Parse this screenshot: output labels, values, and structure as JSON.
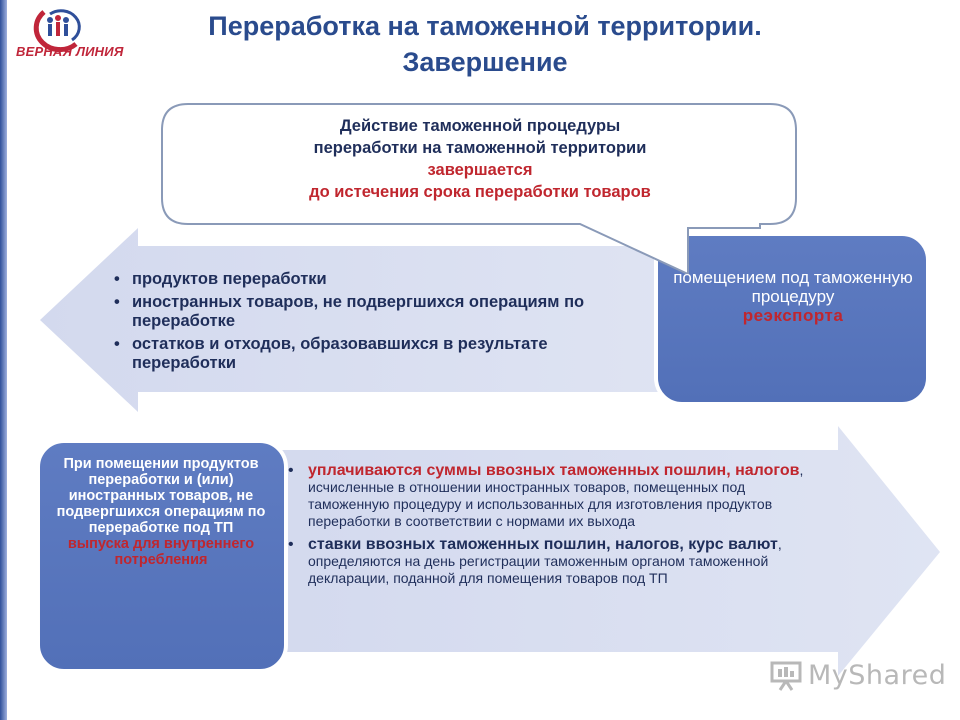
{
  "header": {
    "logo_text": "ВЕРНАЯ ЛИНИЯ",
    "title_line1": "Переработка на таможенной территории.",
    "title_line2": "Завершение"
  },
  "callout": {
    "line1": "Действие таможенной процедуры",
    "line2": "переработки на таможенной территории",
    "line3": "завершается",
    "line4": "до истечения срока переработки товаров"
  },
  "upper_arrow": {
    "items": [
      "продуктов переработки",
      "иностранных товаров, не подвергшихся операциям по переработке",
      "остатков и отходов, образовавшихся в результате переработки"
    ]
  },
  "right_box": {
    "text": "помещением под таможенную процедуру",
    "accent": "реэкспорта"
  },
  "left_box": {
    "text": "При помещении продуктов переработки и (или) иностранных товаров, не подвергшихся операциям по переработке под ТП",
    "accent": "выпуска для внутреннего потребления"
  },
  "lower_arrow": {
    "item1_bold": "уплачиваются суммы ввозных таможенных пошлин, налогов",
    "item1_rest": ", исчисленные в отношении иностранных товаров, помещенных под таможенную процедуру и использованных для изготовления продуктов переработки в соответствии с нормами их выхода",
    "item2_bold": "ставки ввозных таможенных пошлин, налогов, курс валют",
    "item2_rest": ", определяются на день регистрации таможенным органом таможенной декларации, поданной для помещения товаров под  ТП"
  },
  "watermark": {
    "text": "MyShared"
  },
  "colors": {
    "title": "#2a4b8d",
    "text": "#1f2e5a",
    "accent_red": "#c0262e",
    "arrow_fill": "#d6dcef",
    "box_blue": "#5876bd"
  }
}
